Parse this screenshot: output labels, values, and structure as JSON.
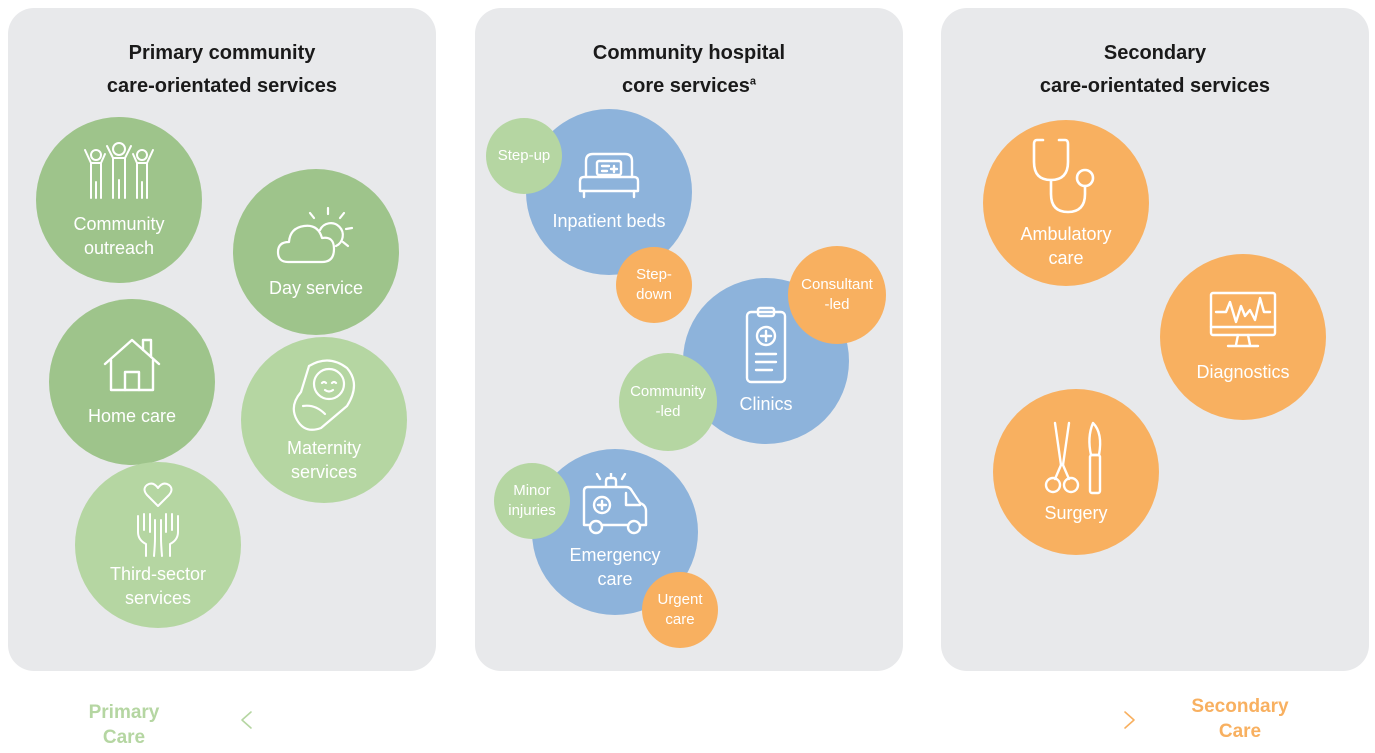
{
  "panels": {
    "primary": {
      "title_line1": "Primary community",
      "title_line2": "care-orientated services"
    },
    "community": {
      "title_line1": "Community hospital",
      "title_line2": "core services",
      "title_sup": "a"
    },
    "secondary": {
      "title_line1": "Secondary",
      "title_line2": "care-orientated services"
    }
  },
  "primary_services": {
    "community_outreach": {
      "line1": "Community",
      "line2": "outreach",
      "icon": "people-group-icon"
    },
    "day_service": {
      "line1": "Day service",
      "icon": "sun-cloud-icon"
    },
    "home_care": {
      "line1": "Home care",
      "icon": "house-icon"
    },
    "maternity": {
      "line1": "Maternity",
      "line2": "services",
      "icon": "baby-icon"
    },
    "third_sector": {
      "line1": "Third-sector",
      "line2": "services",
      "icon": "heart-hands-icon"
    }
  },
  "community_services": {
    "inpatient_beds": {
      "line1": "Inpatient beds",
      "icon": "bed-icon"
    },
    "step_up": {
      "line1": "Step-up"
    },
    "step_down": {
      "line1": "Step-",
      "line2": "down"
    },
    "clinics": {
      "line1": "Clinics",
      "icon": "clipboard-icon"
    },
    "consultant_led": {
      "line1": "Consultant",
      "line2": "-led"
    },
    "community_led": {
      "line1": "Community",
      "line2": "-led"
    },
    "emergency_care": {
      "line1": "Emergency",
      "line2": "care",
      "icon": "ambulance-icon"
    },
    "minor_injuries": {
      "line1": "Minor",
      "line2": "injuries"
    },
    "urgent_care": {
      "line1": "Urgent",
      "line2": "care"
    }
  },
  "secondary_services": {
    "ambulatory_care": {
      "line1": "Ambulatory",
      "line2": "care",
      "icon": "stethoscope-icon"
    },
    "diagnostics": {
      "line1": "Diagnostics",
      "icon": "monitor-icon"
    },
    "surgery": {
      "line1": "Surgery",
      "icon": "surgical-tools-icon"
    }
  },
  "spectrum": {
    "left_line1": "Primary",
    "left_line2": "Care",
    "right_line1": "Secondary",
    "right_line2": "Care"
  },
  "colors": {
    "primary_green": "#b5d6a2",
    "primary_green_dark": "#9ec48b",
    "hospital_blue": "#8db3db",
    "secondary_orange": "#f8b060",
    "panel_grey": "#e8e9eb"
  }
}
